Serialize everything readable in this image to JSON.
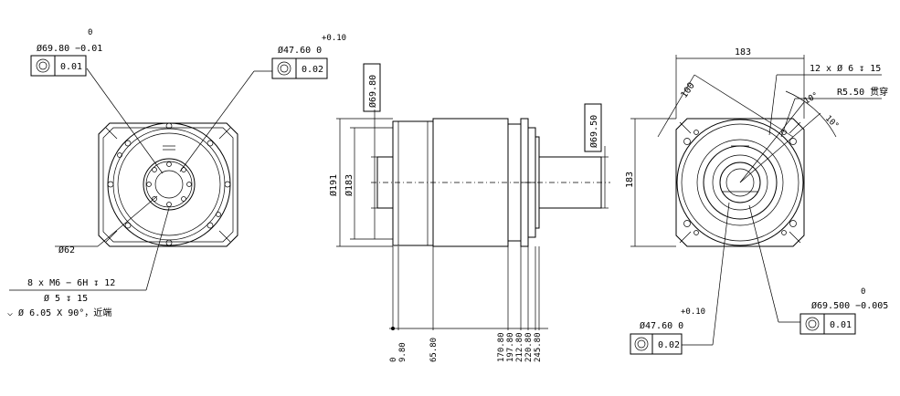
{
  "front_view": {
    "od_tol_upper": "0",
    "od_label": "Ø69.80 −0.01",
    "od_frame_value": "0.01",
    "bore_tol_upper": "+0.10",
    "bore_label": "Ø47.60  0",
    "bore_frame_value": "0.02",
    "pcd_label": "Ø62",
    "thread_line1": "8 x  M6 − 6H ↧ 12",
    "thread_line2": "Ø 5 ↧ 15",
    "thread_line3": "⌵ Ø 6.05 X 90°，近端"
  },
  "side_view": {
    "dia_69_80_box": "Ø69.80",
    "dia_69_50_box": "Ø69.50",
    "dia_191": "Ø191",
    "dia_183": "Ø183",
    "dims": [
      "0",
      "9.80",
      "65.80",
      "170.80",
      "197.80",
      "212.80",
      "220.80",
      "245.80"
    ]
  },
  "rear_view": {
    "width_183": "183",
    "height_183": "183",
    "pcd_100": "100",
    "holes_label": "12 x Ø 6 ↧ 15",
    "radius_label": "R5.50 贯穿",
    "angle_a": "10°",
    "angle_b": "10°",
    "bore_tol_upper": "+0.10",
    "bore_label": "Ø47.60  0",
    "bore_frame_value": "0.02",
    "od_tol_upper": "0",
    "od_label": "Ø69.500 −0.005",
    "od_frame_value": "0.01"
  }
}
